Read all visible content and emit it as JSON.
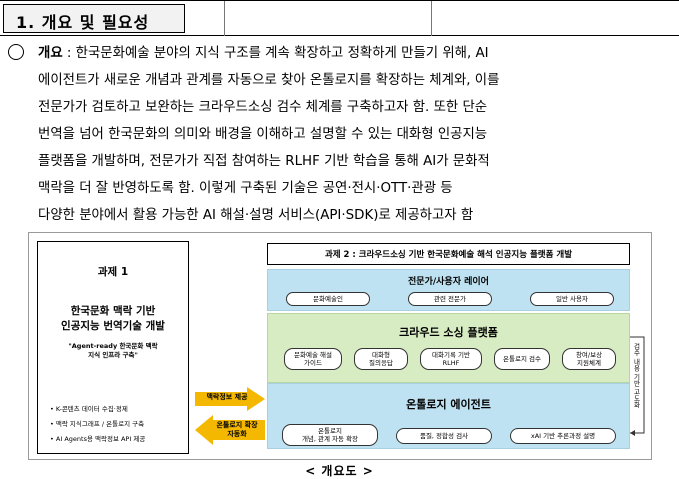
{
  "section": {
    "title": "1. 개요 및 필요성"
  },
  "paragraph": {
    "label": "개요",
    "separator": " : ",
    "lines": [
      "한국문화예술 분야의 지식 구조를 계속 확장하고 정확하게 만들기 위해, AI",
      "에이전트가 새로운 개념과 관계를 자동으로 찾아 온톨로지를 확장하는 체계와, 이를",
      "전문가가 검토하고 보완하는 크라우드소싱 검수 체계를 구축하고자 함. 또한 단순",
      "번역을 넘어 한국문화의 의미와 배경을 이해하고 설명할 수 있는 대화형 인공지능",
      "플랫폼을 개발하며, 전문가가 직접 참여하는 RLHF 기반 학습을 통해 AI가 문화적",
      "맥락을 더 잘 반영하도록 함. 이렇게 구축된 기술은 공연·전시·OTT·관광 등",
      "다양한 분야에서 활용 가능한 AI 해설·설명 서비스(API·SDK)로 제공하고자 함"
    ]
  },
  "diagram": {
    "left": {
      "title": "과제 1",
      "main_line1": "한국문화 맥락 기반",
      "main_line2": "인공지능 번역기술 개발",
      "sub_line1": "\"Agent-ready 한국문화 맥락",
      "sub_line2": "지식 인프라 구축\"",
      "items": [
        "• K-콘텐츠 데이터 수집·정제",
        "• 맥락 지식그래프 / 온톨로지 구축",
        "• AI Agents용 맥락정보 API 제공"
      ]
    },
    "right_title": "과제 2 : 크라우드소싱 기반 한국문화예술 해석 인공지능 플랫폼 개발",
    "expert_layer": {
      "title": "전문가/사용자 레이어",
      "pills": [
        "문화예술인",
        "관련 전문가",
        "일반 사용자"
      ]
    },
    "crowd_platform": {
      "title": "크라우드 소싱 플랫폼",
      "pills": [
        [
          "문화예술 해설",
          "가이드"
        ],
        [
          "대화형",
          "질의응답"
        ],
        [
          "대화기록 기반",
          "RLHF"
        ],
        [
          "온톨로지 검수",
          ""
        ],
        [
          "창여/보상",
          "지원체계"
        ]
      ]
    },
    "ontology_agent": {
      "title": "온톨로지 에이전트",
      "pills": [
        [
          "온톨로지",
          "개념, 관계 자동 확장"
        ],
        [
          "품질, 정합성 검사",
          ""
        ],
        [
          "xAI 기반 추론과정 설명",
          ""
        ]
      ]
    },
    "arrows": {
      "to_right": "맥락정보 제공",
      "to_left_line1": "온톨로지 확장",
      "to_left_line2": "자동화"
    },
    "side_label": "검수 내용 기반 고도화",
    "colors": {
      "blue_band": "#bfe2f2",
      "green_band": "#d8ecc4",
      "arrow": "#f5b800"
    }
  },
  "caption": "< 개요도 >"
}
